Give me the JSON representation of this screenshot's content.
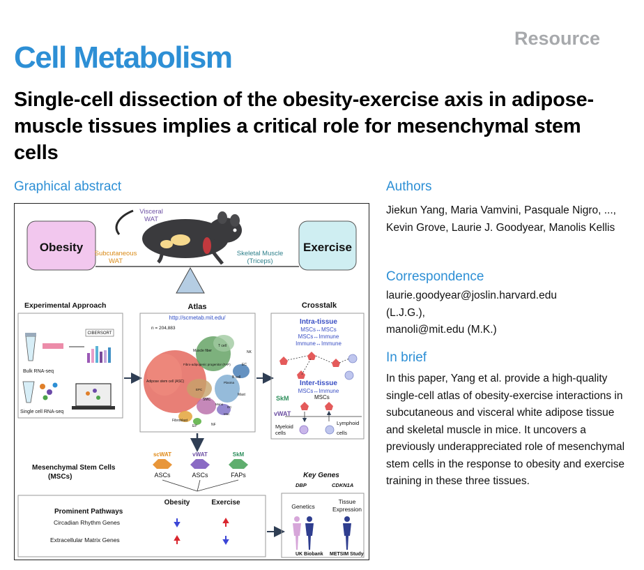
{
  "header": {
    "article_type": "Resource",
    "journal": "Cell Metabolism",
    "title": "Single-cell dissection of the obesity-exercise axis in adipose-muscle tissues implies a critical role for mesenchymal stem cells"
  },
  "graphical_abstract": {
    "heading": "Graphical abstract",
    "seesaw": {
      "left_label": "Obesity",
      "right_label": "Exercise",
      "visceral": "Visceral",
      "wat": "WAT",
      "subcutaneous": "Subcutaneous",
      "skeletal_muscle": "Skeletal Muscle",
      "triceps": "(Triceps)"
    },
    "experimental": {
      "title": "Experimental Approach",
      "cibersort": "CIBERSORT",
      "bulk": "Bulk RNA-seq",
      "single": "Single cell RNA-seq"
    },
    "atlas": {
      "title": "Atlas",
      "url": "http://scmetab.mit.edu/",
      "n": "n = 204,883",
      "labels": {
        "tcell": "T cell",
        "muscle": "Muscle fiber",
        "nk": "NK",
        "fap": "Fibro-adipogenic progenitor (FAP)",
        "asc": "Adipose stem cell (ASC)",
        "bcell": "B cell",
        "plasma": "Plasma",
        "mast": "Mast",
        "ec": "EC",
        "smc": "SMC",
        "fibroblast": "Fibroblast",
        "ep": "EP",
        "nf": "NF",
        "mono": "Mono",
        "dc": "DC",
        "mac": "Mac",
        "epc": "EPC"
      }
    },
    "crosstalk": {
      "title": "Crosstalk",
      "intra": "Intra-tissue",
      "intra1": "MSCs↔MSCs",
      "intra2": "MSCs↔Immune",
      "intra3": "Immune↔Immune",
      "inter": "Inter-tissue",
      "inter1": "MSCs↔Immune",
      "skm": "SkM",
      "mscs": "MSCs",
      "vwat": "vWAT",
      "myeloid1": "Myeloid",
      "myeloid2": "cells",
      "lymphoid1": "Lymphoid",
      "lymphoid2": "cells"
    },
    "msc": {
      "title1": "Mesenchymal Stem Cells",
      "title2": "(MSCs)",
      "tissues": [
        "scWAT",
        "vWAT",
        "SkM"
      ],
      "cells": [
        "ASCs",
        "ASCs",
        "FAPs"
      ]
    },
    "key_genes": {
      "title": "Key Genes",
      "dbp": "DBP",
      "cdkn1a": "CDKN1A",
      "genetics": "Genetics",
      "tissue1": "Tissue",
      "tissue2": "Expression",
      "ukb": "UK Biobank",
      "metsim": "METSIM Study"
    },
    "pathways": {
      "title": "Prominent Pathways",
      "obesity": "Obesity",
      "exercise": "Exercise",
      "row1": "Circadian Rhythm Genes",
      "row2": "Extracellular Matrix Genes"
    },
    "colors": {
      "obesity_box": "#f2c7ee",
      "exercise_box": "#cfeef2",
      "up_arrow": "#d9262e",
      "down_arrow": "#3b45d6"
    }
  },
  "sidebar": {
    "authors_heading": "Authors",
    "authors_text": "Jiekun Yang, Maria Vamvini, Pasquale Nigro, ..., Kevin Grove, Laurie J. Goodyear, Manolis Kellis",
    "correspondence_heading": "Correspondence",
    "correspondence_lines": [
      "laurie.goodyear@joslin.harvard.edu",
      "(L.J.G.),",
      "manoli@mit.edu (M.K.)"
    ],
    "in_brief_heading": "In brief",
    "in_brief_text": "In this paper, Yang et al. provide a high-quality single-cell atlas of obesity-exercise interactions in subcutaneous and visceral white adipose tissue and skeletal muscle in mice. It uncovers a previously underappreciated role of mesenchymal stem cells in the response to obesity and exercise training in these three tissues."
  }
}
